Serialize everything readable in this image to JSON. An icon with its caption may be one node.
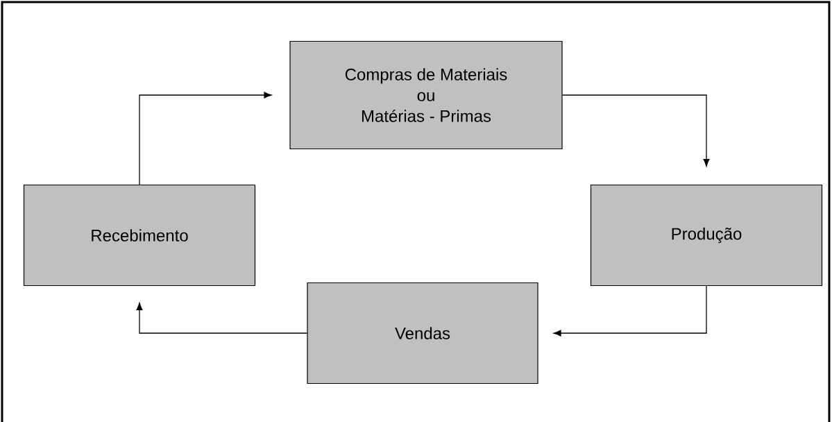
{
  "diagram": {
    "nodes": [
      {
        "text": [
          "Compras de Materiais ou Matérias - Primas"
        ]
      },
      {
        "text": [
          "Produção"
        ]
      },
      {
        "text": [
          "Vendas"
        ]
      },
      {
        "text": [
          "Recebimento"
        ]
      }
    ],
    "edges": [
      {
        "from": 0,
        "to": 1,
        "arrow": "to"
      },
      {
        "from": 1,
        "to": 2,
        "arrow": "to"
      },
      {
        "from": 2,
        "to": 3,
        "arrow": "to"
      },
      {
        "from": 3,
        "to": 0,
        "arrow": "to"
      }
    ]
  }
}
